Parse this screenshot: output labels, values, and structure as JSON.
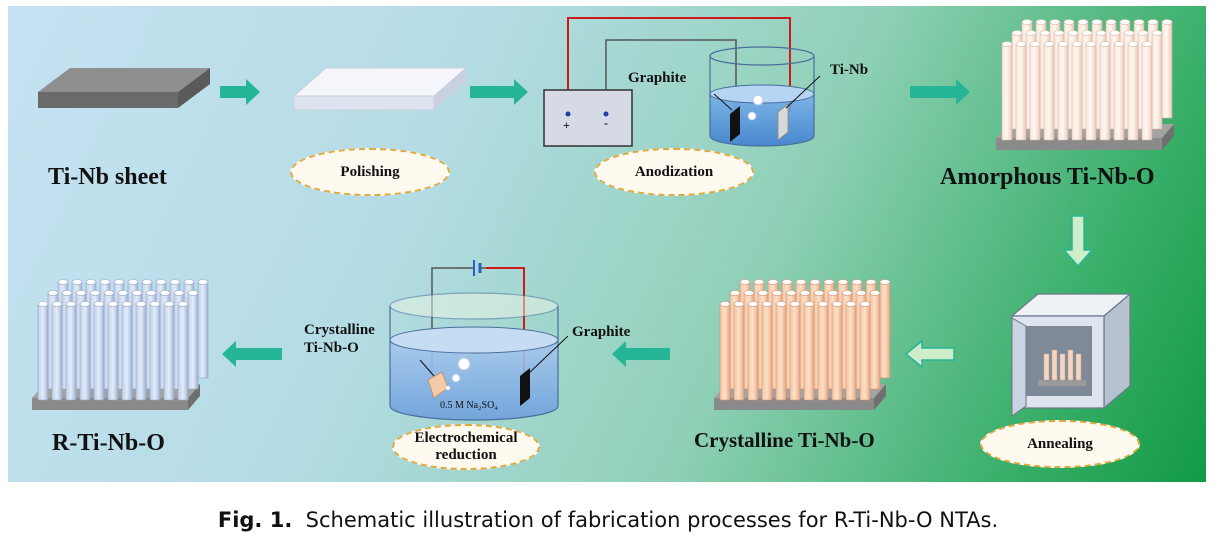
{
  "labels": {
    "ti_nb_sheet": "Ti-Nb sheet",
    "amorphous": "Amorphous Ti-Nb-O",
    "crystalline": "Crystalline Ti-Nb-O",
    "r_ti_nb_o": "R-Ti-Nb-O",
    "graphite_top": "Graphite",
    "ti_nb_electrode": "Ti-Nb",
    "graphite_bottom": "Graphite",
    "crystalline_electrode_line1": "Crystalline",
    "crystalline_electrode_line2": "Ti-Nb-O",
    "electrolyte": "0.5 M Na₂SO₄",
    "plus": "+",
    "minus": "-"
  },
  "steps": {
    "polishing": "Polishing",
    "anodization": "Anodization",
    "annealing": "Annealing",
    "electro_line1": "Electrochemical",
    "electro_line2": "reduction"
  },
  "caption": {
    "prefix": "Fig. 1.",
    "text": "Schematic illustration of fabrication processes for R-Ti-Nb-O NTAs."
  },
  "colors": {
    "arrow": "#26b597",
    "tube_amorphous": "#f7ddd0",
    "tube_crystalline": "#f5c2a0",
    "tube_reduced": "#c4d3ec",
    "base": "#8e8e8e",
    "wire_red": "#d01818",
    "wire_gray": "#555555",
    "oval_border": "#e3a93e"
  }
}
